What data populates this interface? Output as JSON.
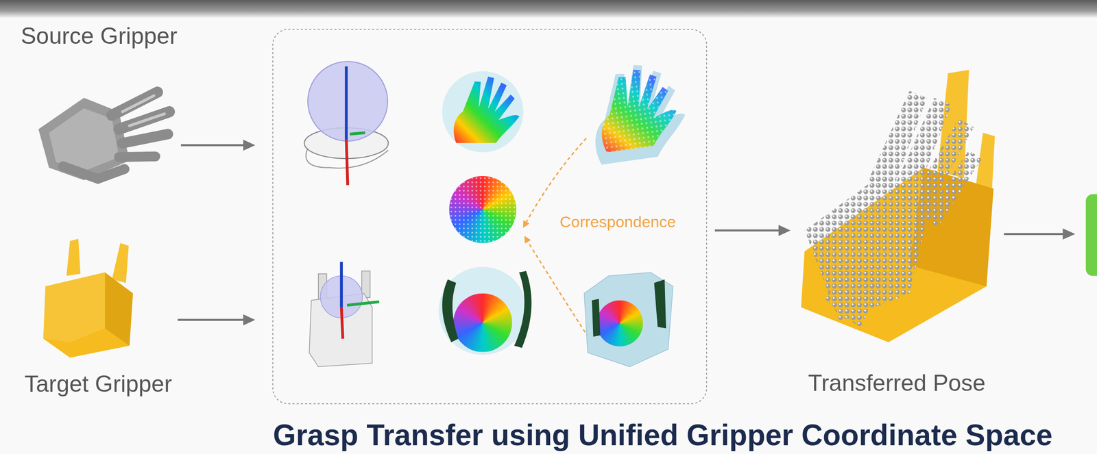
{
  "diagram": {
    "title": "Grasp Transfer using Unified Gripper Coordinate Space",
    "nodes": [
      {
        "text": [
          "Source Gripper"
        ]
      },
      {
        "text": [
          "Target Gripper"
        ]
      },
      {
        "text": [
          "Correspondence"
        ]
      },
      {
        "text": [
          "Transferred Pose"
        ]
      }
    ],
    "edges": [
      {
        "from": 0,
        "to": 2,
        "arrow": "to"
      },
      {
        "from": 1,
        "to": 2,
        "arrow": "to"
      },
      {
        "from": 2,
        "to": 3,
        "arrow": "to"
      }
    ]
  }
}
